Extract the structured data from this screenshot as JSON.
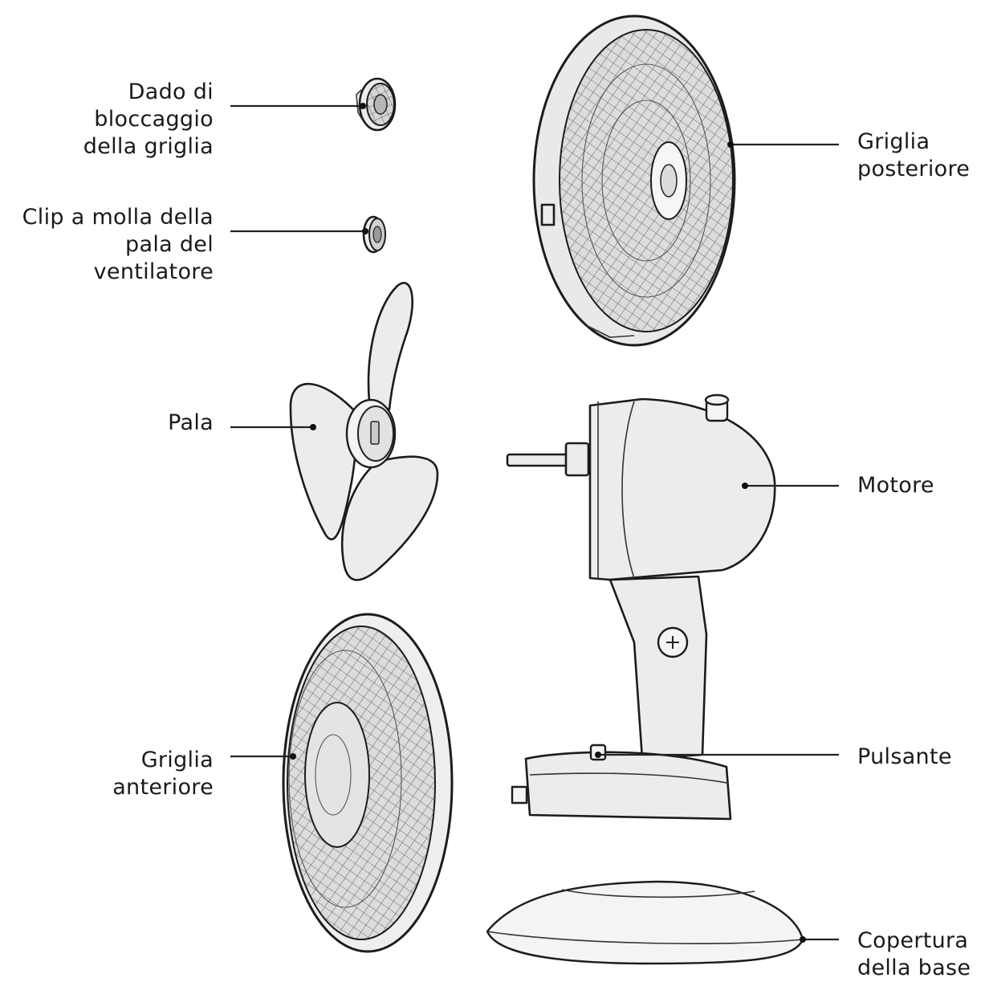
{
  "labels": {
    "lock_nut": [
      "Dado di",
      "bloccaggio",
      "della griglia"
    ],
    "spring_clip": [
      "Clip a molla della",
      "pala del",
      "ventilatore"
    ],
    "blade": [
      "Pala"
    ],
    "front_grille": [
      "Griglia",
      "anteriore"
    ],
    "rear_grille": [
      "Griglia",
      "posteriore"
    ],
    "motor": [
      "Motore"
    ],
    "button": [
      "Pulsante"
    ],
    "base_cover": [
      "Copertura",
      "della base"
    ]
  }
}
